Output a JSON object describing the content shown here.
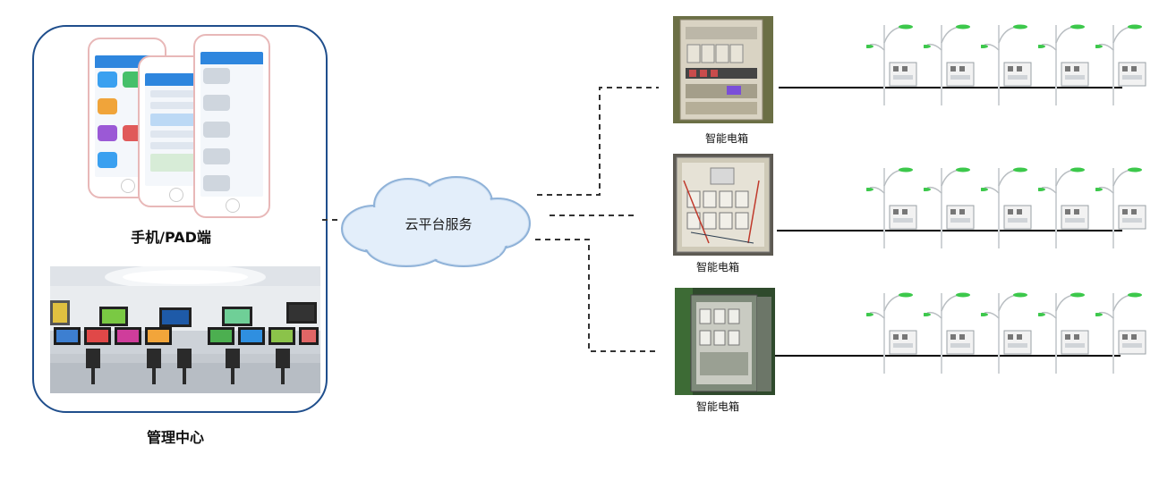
{
  "client_labels": {
    "mobile": "手机/PAD端",
    "center": "管理中心"
  },
  "cloud_label": "云平台服务",
  "cabinets": [
    {
      "label": "智能电箱"
    },
    {
      "label": "智能电箱"
    },
    {
      "label": "智能电箱"
    }
  ],
  "lamps_per_row": 5,
  "colors": {
    "panel_border": "#1f4e8c",
    "cloud_fill": "#cfe0f3",
    "cloud_stroke": "#7fa4cc",
    "lamp_head": "#3cc84b",
    "dash": "#333333",
    "line": "#000000"
  }
}
